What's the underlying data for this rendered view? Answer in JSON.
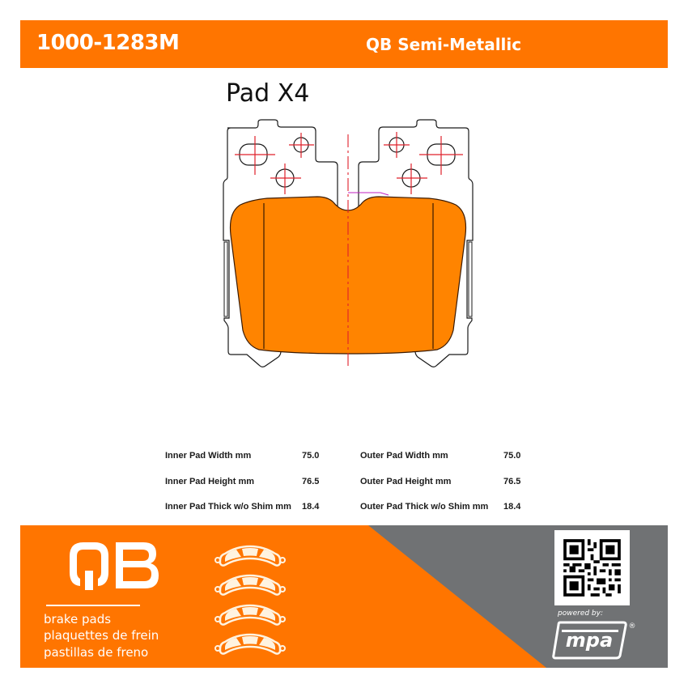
{
  "header": {
    "part_number": "1000-1283M",
    "product_line": "QB Semi-Metallic",
    "background_color": "#ff7500"
  },
  "drawing": {
    "title": "Pad X4",
    "pad_fill_color": "#ff8400",
    "centerline_color": "#e0202a",
    "annotation_color": "#c020c0"
  },
  "specs": {
    "inner": [
      {
        "label": "Inner Pad Width mm",
        "value": "75.0"
      },
      {
        "label": "Inner Pad Height mm",
        "value": "76.5"
      },
      {
        "label": "Inner Pad Thick w/o Shim mm",
        "value": "18.4"
      }
    ],
    "outer": [
      {
        "label": "Outer Pad Width mm",
        "value": "75.0"
      },
      {
        "label": "Outer Pad Height mm",
        "value": "76.5"
      },
      {
        "label": "Outer Pad Thick w/o Shim mm",
        "value": "18.4"
      }
    ]
  },
  "footer": {
    "brand_logo_text": "QB",
    "taglines": [
      "brake pads",
      "plaquettes de frein",
      "pastillas de freno"
    ],
    "pad_icon_count": 4,
    "powered_by": "powered by:",
    "partner_logo_text": "mpa",
    "registered_mark": "®",
    "qr_code": "qr-code-icon",
    "orange_color": "#ff7500",
    "gray_color": "#707274"
  }
}
